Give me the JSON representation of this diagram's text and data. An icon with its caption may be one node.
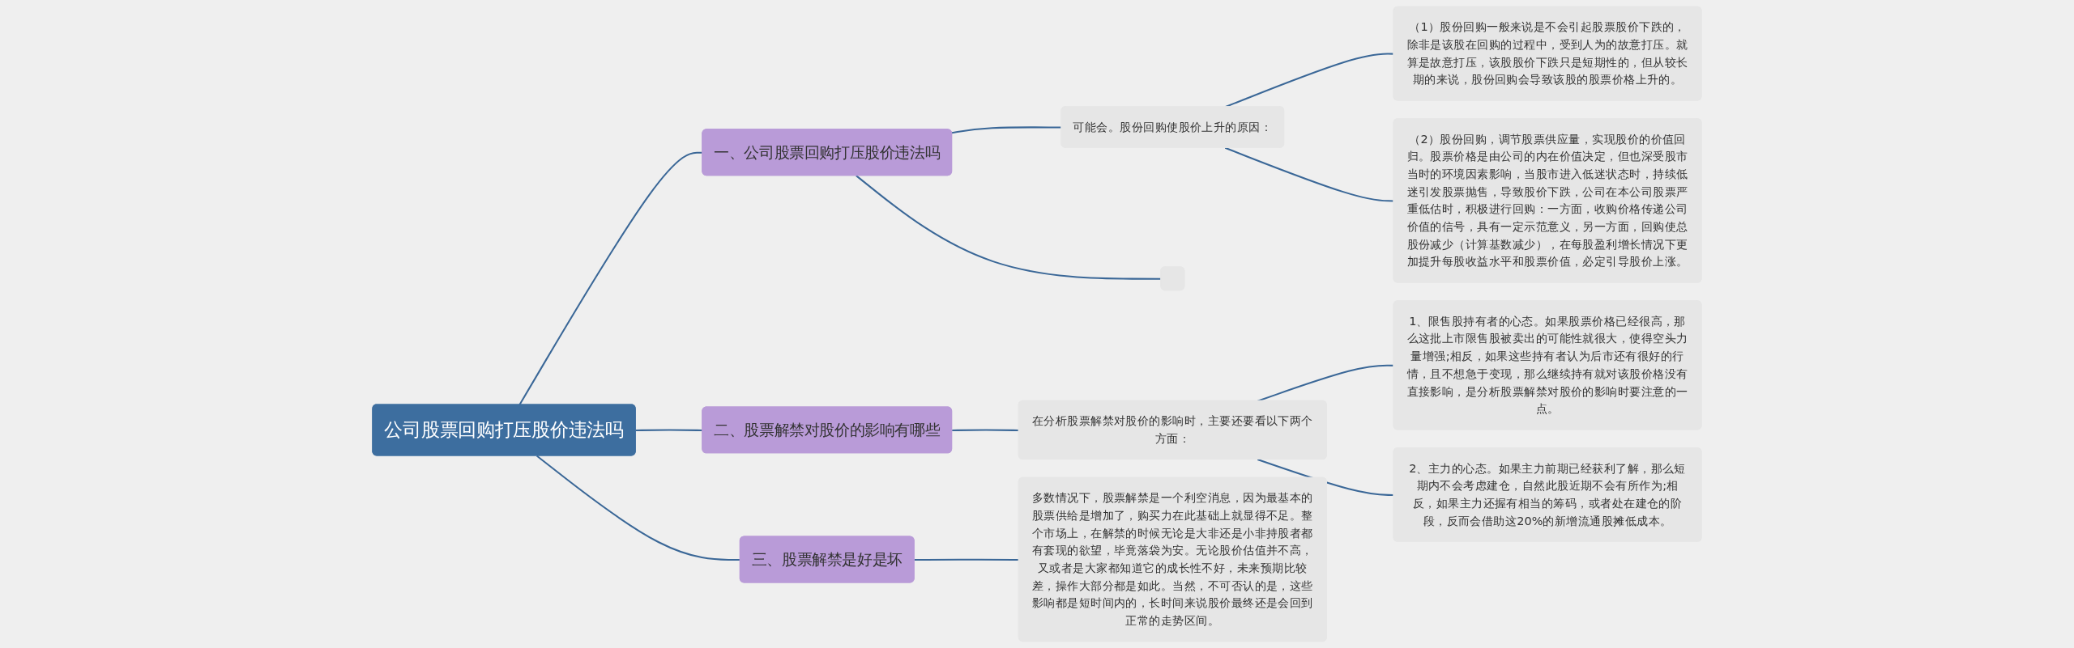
{
  "diagram": {
    "nodes": [
      {
        "text": [
          "公司股票回购打压股价违法吗"
        ]
      },
      {
        "text": [
          "一、公司股票回购打压股价违法吗"
        ]
      },
      {
        "text": [
          "可能会。股份回购使股价上升的原因："
        ]
      },
      {
        "text": [
          "（1）股份回购一般来说是不会引起股票股价下跌的，除非是该股在回购的过程中，受到人为的故意打压。就算是故意打压，该股股价下跌只是短期性的，但从较长期的来说，股份回购会导致该股的股票价格上升的。"
        ]
      },
      {
        "text": [
          "（2）股份回购，调节股票供应量，实现股价的价值回归。股票价格是由公司的内在价值决定，但也深受股市当时的环境因素影响，当股市进入低迷状态时，持续低迷引发股票抛售，导致股价下跌，公司在本公司股票严重低估时，积极进行回购：一方面，收购价格传递公司价值的信号，具有一定示范意义，另一方面，回购使总股份减少（计算基数减少），在每股盈利增长情况下更加提升每股收益水平和股票价值，必定引导股价上涨。"
        ]
      },
      {
        "text": [],
        "shape": "box"
      },
      {
        "text": [
          "二、股票解禁对股价的影响有哪些"
        ]
      },
      {
        "text": [
          "在分析股票解禁对股价的影响时，主要还要看以下两个方面："
        ]
      },
      {
        "text": [
          "1、限售股持有者的心态。如果股票价格已经很高，那么这批上市限售股被卖出的可能性就很大，使得空头力量增强;相反，如果这些持有者认为后市还有很好的行情，且不想急于变现，那么继续持有就对该股价格没有直接影响，是分析股票解禁对股价的影响时要注意的一点。"
        ]
      },
      {
        "text": [
          "2、主力的心态。如果主力前期已经获利了解，那么短期内不会考虑建仓，自然此股近期不会有所作为;相反，如果主力还握有相当的筹码，或者处在建仓的阶段，反而会借助这20%的新增流通股摊低成本。"
        ]
      },
      {
        "text": [
          "三、股票解禁是好是坏"
        ]
      },
      {
        "text": [
          "多数情况下，股票解禁是一个利空消息，因为最基本的股票供给是增加了，购买力在此基础上就显得不足。整个市场上，在解禁的时候无论是大非还是小非持股者都有套现的欲望，毕竟落袋为安。无论股价估值并不高，又或者是大家都知道它的成长性不好，未来预期比较差，操作大部分都是如此。当然，不可否认的是，这些影响都是短时间内的，长时间来说股价最终还是会回到正常的走势区间。"
        ]
      }
    ],
    "edges": [
      {
        "from": 0,
        "to": 1,
        "arrow": "none"
      },
      {
        "from": 1,
        "to": 2,
        "arrow": "none"
      },
      {
        "from": 2,
        "to": 3,
        "arrow": "none"
      },
      {
        "from": 2,
        "to": 4,
        "arrow": "none"
      },
      {
        "from": 1,
        "to": 5,
        "arrow": "none"
      },
      {
        "from": 0,
        "to": 6,
        "arrow": "none"
      },
      {
        "from": 6,
        "to": 7,
        "arrow": "none"
      },
      {
        "from": 7,
        "to": 8,
        "arrow": "none"
      },
      {
        "from": 7,
        "to": 9,
        "arrow": "none"
      },
      {
        "from": 0,
        "to": 10,
        "arrow": "none"
      },
      {
        "from": 10,
        "to": 11,
        "arrow": "none"
      }
    ]
  }
}
